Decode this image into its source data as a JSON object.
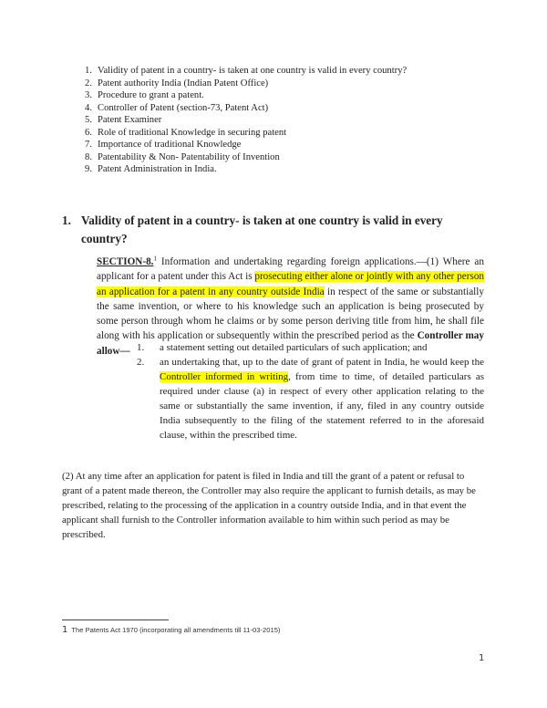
{
  "toc": [
    {
      "num": "1.",
      "text": "Validity of patent in a country- is taken at one country is valid in every country?"
    },
    {
      "num": "2.",
      "text": "Patent authority India (Indian Patent Office)"
    },
    {
      "num": "3.",
      "text": "Procedure to grant a patent."
    },
    {
      "num": "4.",
      "text": "Controller of Patent (section-73, Patent Act)"
    },
    {
      "num": "5.",
      "text": "Patent Examiner"
    },
    {
      "num": "6.",
      "text": "Role of traditional Knowledge in securing patent"
    },
    {
      "num": "7.",
      "text": "Importance of traditional Knowledge"
    },
    {
      "num": "8.",
      "text": "Patentability & Non- Patentability of Invention"
    },
    {
      "num": "9.",
      "text": "Patent Administration in India."
    }
  ],
  "heading": {
    "num": "1.",
    "text": "Validity of patent in a country- is taken at one country is valid in every country?"
  },
  "section": {
    "title": "SECTION-8.",
    "footnote_ref": "1",
    "text1": " Information and undertaking regarding foreign applications.—(1) Where an applicant for a patent under this Act is ",
    "highlight1": "prosecuting either alone or jointly with any other person an application for a patent in any country outside India",
    "text2": " in respect of the same or substantially the same invention, or where to his knowledge such an application is being prosecuted by some person through whom he claims or by some person deriving title from him, he shall file along with his application or subsequently within the prescribed period as the ",
    "bold_end": "Controller may allow—"
  },
  "sublist": {
    "item1": {
      "num": "1.",
      "text": "a statement setting out detailed particulars of such application; and"
    },
    "item2": {
      "num": "2.",
      "text_a": "an undertaking that, up to the date of grant of patent in India, he would keep the ",
      "highlight": "Controller informed in writing",
      "text_b": ", from time to time, of detailed particulars as required under clause (a) in respect of every other application relating to the same or substantially the same invention, if any, filed in any country outside India subsequently to the filing of the statement referred to in the aforesaid clause, within the prescribed time."
    }
  },
  "paragraph2": "(2) At any time after an application for patent is filed in India and till the grant of a patent or refusal to grant of a patent made thereon, the Controller may also require the applicant to furnish details, as may be prescribed, relating to the processing of the application in a country outside India, and in that event the applicant shall furnish to the Controller information available to him within such period as may be prescribed.",
  "footnote": {
    "mark": "1",
    "text": "The Patents Act 1970 (incorporating all amendments till 11-03-2015)"
  },
  "page_number": "1",
  "colors": {
    "highlight": "#ffff00"
  }
}
